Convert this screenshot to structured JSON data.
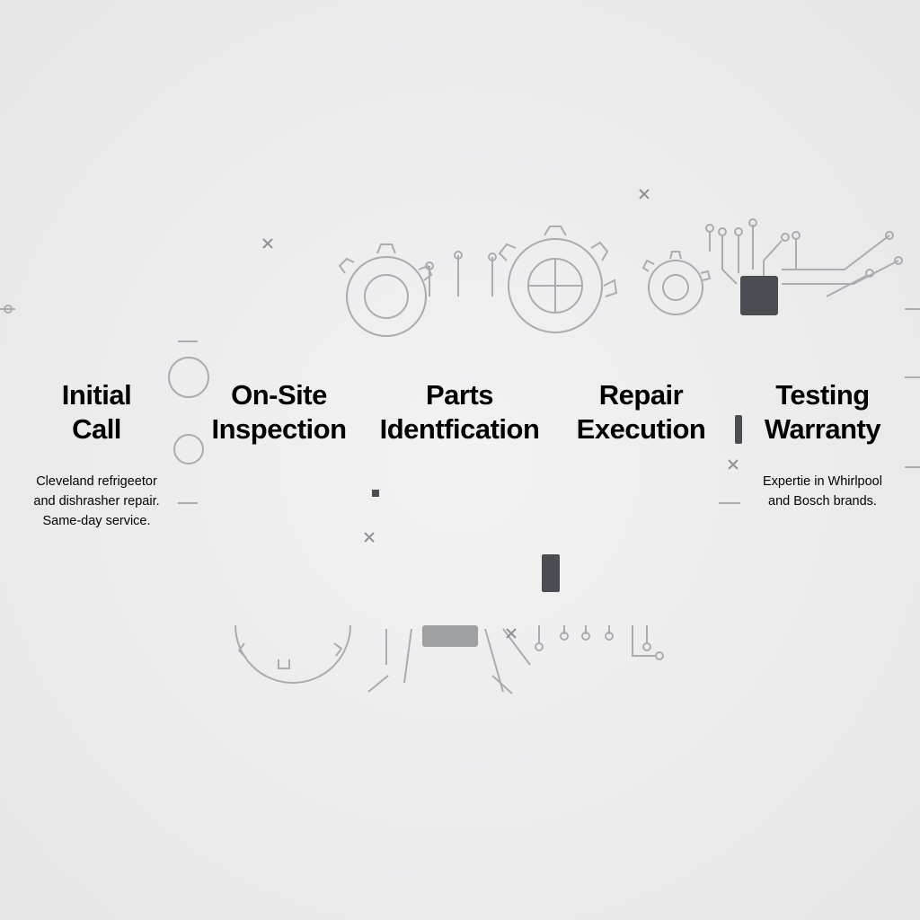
{
  "steps": [
    {
      "title": "Initial\nCall",
      "description": "Cleveland refrigeetor\nand dishrasher repair.\nSame-day service.",
      "style": "blue"
    },
    {
      "title": "On-Site\nInspection",
      "description": "",
      "style": "blue"
    },
    {
      "title": "Parts\nIdentfication",
      "description": "",
      "style": "white"
    },
    {
      "title": "Repair\nExecution",
      "description": "",
      "style": "blue"
    },
    {
      "title": "Testing\nWarranty",
      "description": "Expertie in Whirlpool\nand Bosch brands.",
      "style": "white"
    }
  ],
  "colors": {
    "accent_blue": "#1190d6",
    "card_white": "#ffffff",
    "background": "#ececed",
    "line_art": "#a9acb0"
  },
  "background_icons": [
    "gear-icon",
    "circuit-trace-icon",
    "chip-icon",
    "cross-mark-icon"
  ]
}
